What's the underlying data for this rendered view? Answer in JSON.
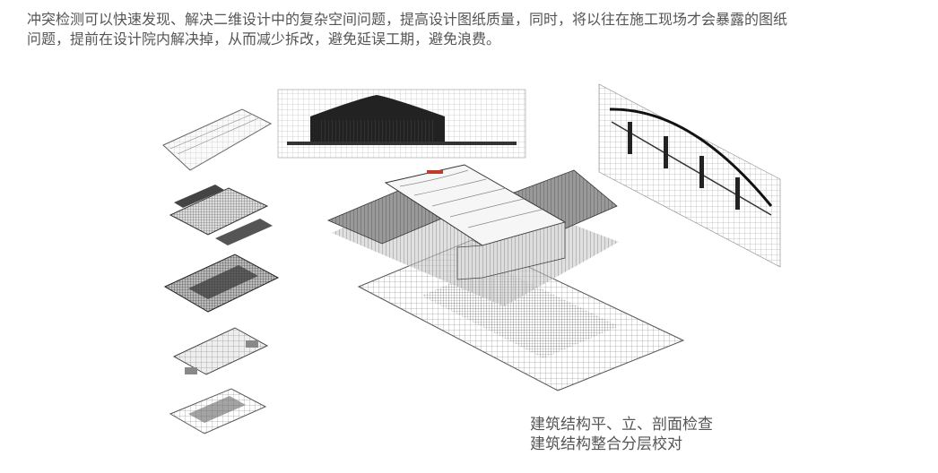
{
  "intro": {
    "line1": "冲突检测可以快速发现、解决二维设计中的复杂空间问题，提高设计图纸质量，同时，将以往在施工现场才会暴露的图纸",
    "line2": "问题，提前在设计院内解决掉，从而减少拆改，避免延误工期，避免浪费。"
  },
  "caption": {
    "line1": "建筑结构平、立、剖面检查",
    "line2": "建筑结构整合分层校对"
  }
}
